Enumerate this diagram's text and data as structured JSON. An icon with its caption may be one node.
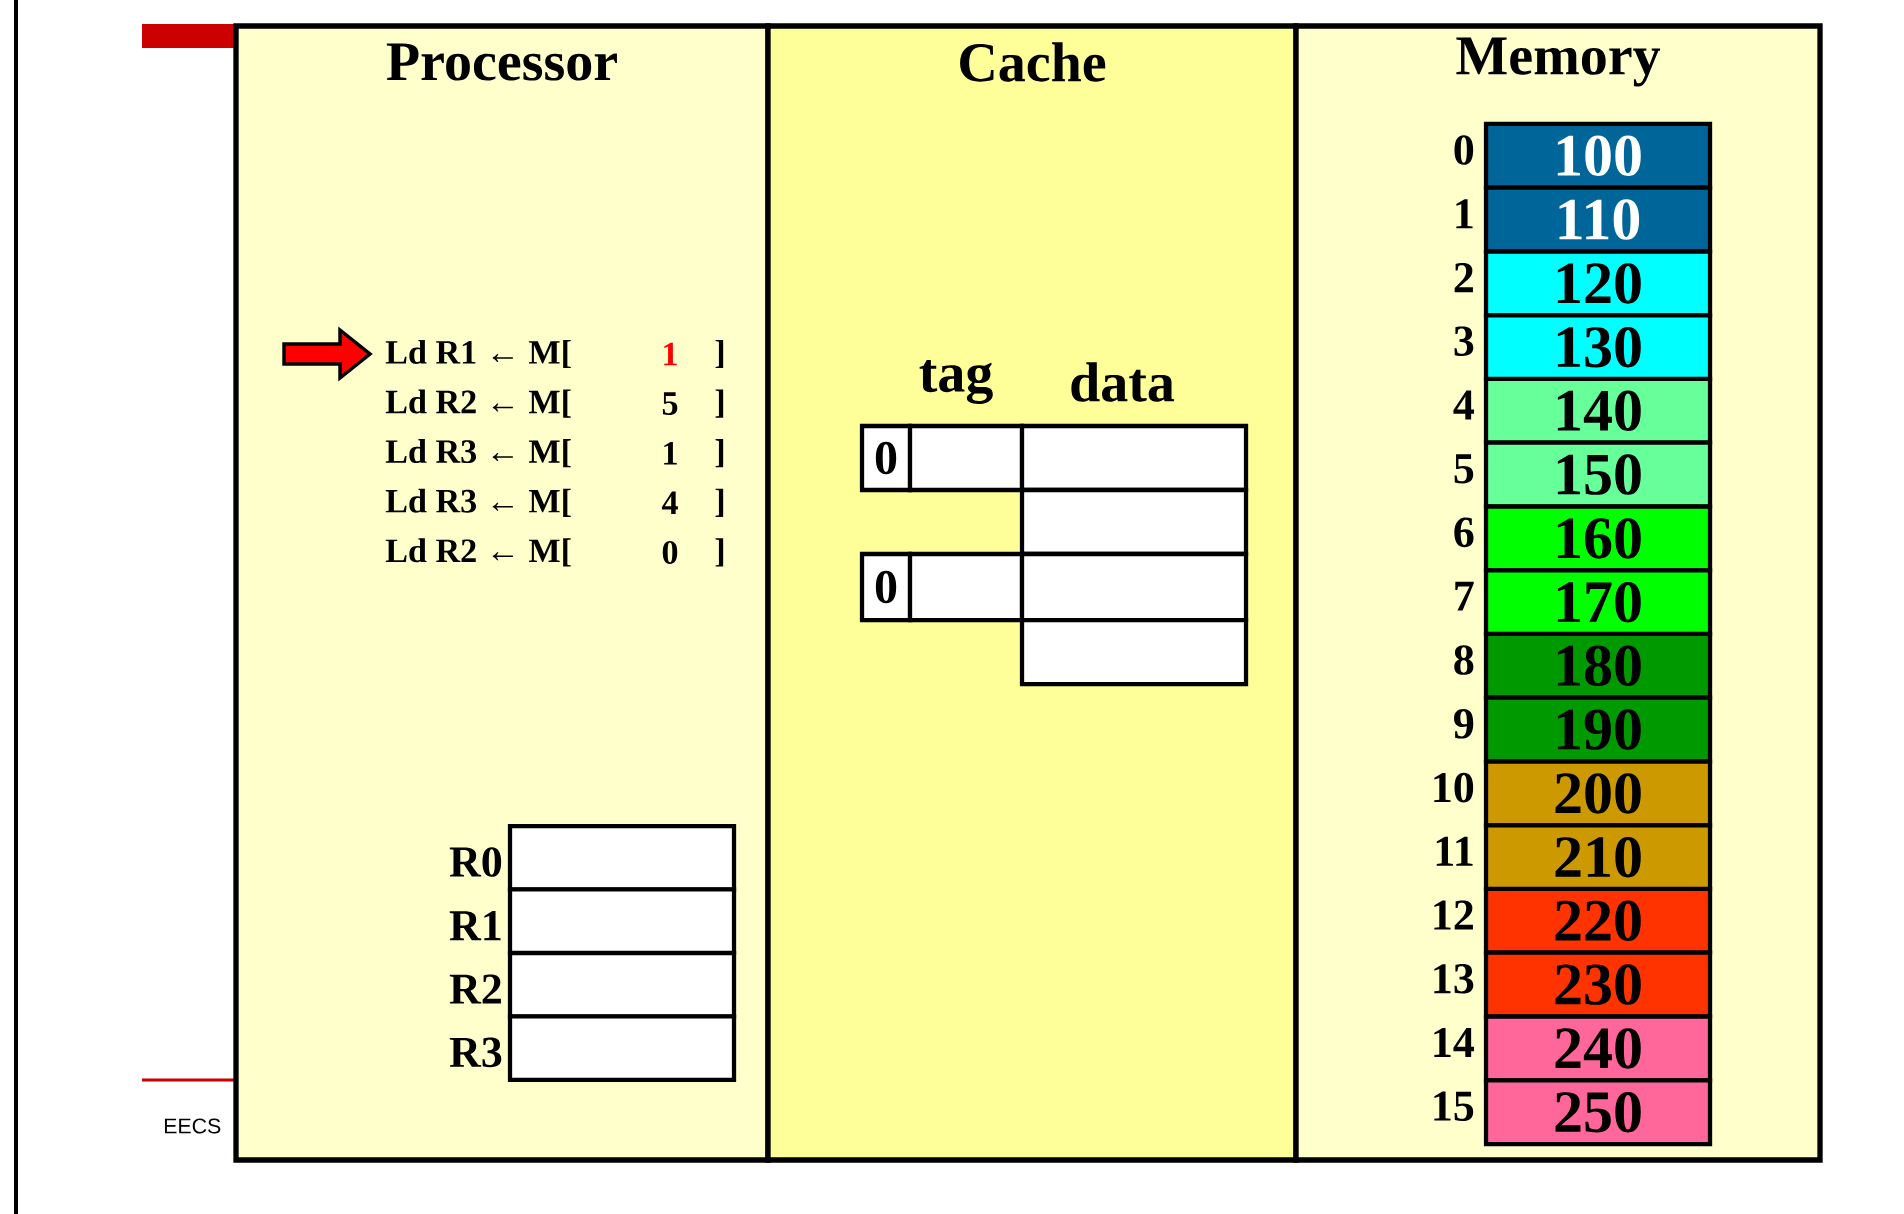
{
  "diagram": {
    "nodes": [
      {
        "text": [
          "Processor"
        ]
      },
      {
        "text": [
          "Cache"
        ]
      },
      {
        "text": [
          "Memory"
        ]
      },
      {
        "text": [],
        "shape": "box",
        "in": 0,
        "beside": [
          "R0"
        ]
      },
      {
        "text": [],
        "shape": "box",
        "in": 0,
        "beside": [
          "R1"
        ]
      },
      {
        "text": [],
        "shape": "box",
        "in": 0,
        "beside": [
          "R2"
        ]
      },
      {
        "text": [],
        "shape": "box",
        "in": 0,
        "beside": [
          "R3"
        ]
      },
      {
        "text": [
          "0"
        ],
        "in": 1
      },
      {
        "text": [],
        "shape": "box",
        "in": 1
      },
      {
        "text": [],
        "shape": "box",
        "in": 1
      },
      {
        "text": [],
        "shape": "box",
        "in": 1
      },
      {
        "text": [
          "0"
        ],
        "in": 1
      },
      {
        "text": [],
        "shape": "box",
        "in": 1
      },
      {
        "text": [],
        "shape": "box",
        "in": 1
      },
      {
        "text": [],
        "shape": "box",
        "in": 1
      },
      {
        "text": [
          "100"
        ],
        "in": 2,
        "beside": [
          "0"
        ]
      },
      {
        "text": [
          "110"
        ],
        "in": 2,
        "beside": [
          "1"
        ]
      },
      {
        "text": [
          "120"
        ],
        "in": 2,
        "beside": [
          "2"
        ]
      },
      {
        "text": [
          "130"
        ],
        "in": 2,
        "beside": [
          "3"
        ]
      },
      {
        "text": [
          "140"
        ],
        "in": 2,
        "beside": [
          "4"
        ]
      },
      {
        "text": [
          "150"
        ],
        "in": 2,
        "beside": [
          "5"
        ]
      },
      {
        "text": [
          "160"
        ],
        "in": 2,
        "beside": [
          "6"
        ]
      },
      {
        "text": [
          "170"
        ],
        "in": 2,
        "beside": [
          "7"
        ]
      },
      {
        "text": [
          "180"
        ],
        "in": 2,
        "beside": [
          "8"
        ]
      },
      {
        "text": [
          "190"
        ],
        "in": 2,
        "beside": [
          "9"
        ]
      },
      {
        "text": [
          "200"
        ],
        "in": 2,
        "beside": [
          "10"
        ]
      },
      {
        "text": [
          "210"
        ],
        "in": 2,
        "beside": [
          "11"
        ]
      },
      {
        "text": [
          "220"
        ],
        "in": 2,
        "beside": [
          "12"
        ]
      },
      {
        "text": [
          "230"
        ],
        "in": 2,
        "beside": [
          "13"
        ]
      },
      {
        "text": [
          "240"
        ],
        "in": 2,
        "beside": [
          "14"
        ]
      },
      {
        "text": [
          "250"
        ],
        "in": 2,
        "beside": [
          "15"
        ]
      }
    ],
    "labels": [
      "Ld  R1 ← M[",
      "1",
      "]",
      "Ld  R2 ← M[",
      "5",
      "]",
      "Ld  R3 ← M[",
      "1",
      "]",
      "Ld  R3 ← M[",
      "4",
      "]",
      "Ld  R2 ← M[",
      "0",
      "]",
      "tag",
      "data",
      "EECS"
    ]
  }
}
